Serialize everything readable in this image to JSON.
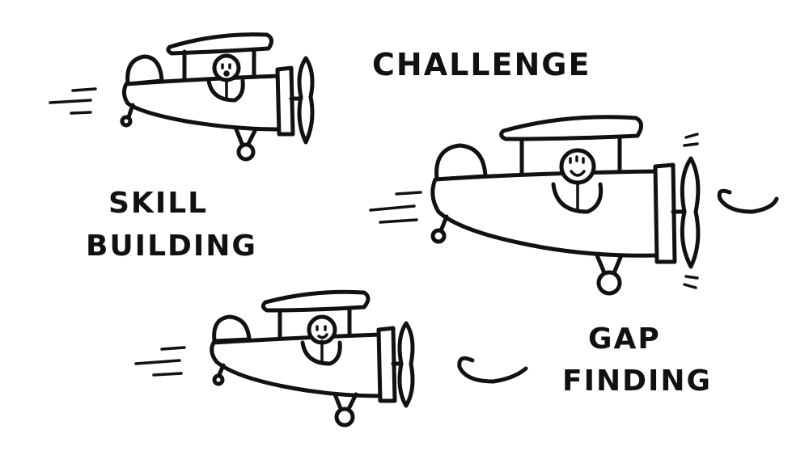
{
  "labels": {
    "challenge": "CHALLENGE",
    "skill_line1": "SKILL",
    "skill_line2": "BUILDING",
    "gap_line1": "GAP",
    "gap_line2": "FINDING"
  },
  "colors": {
    "ink": "#111111",
    "background": "#ffffff"
  }
}
